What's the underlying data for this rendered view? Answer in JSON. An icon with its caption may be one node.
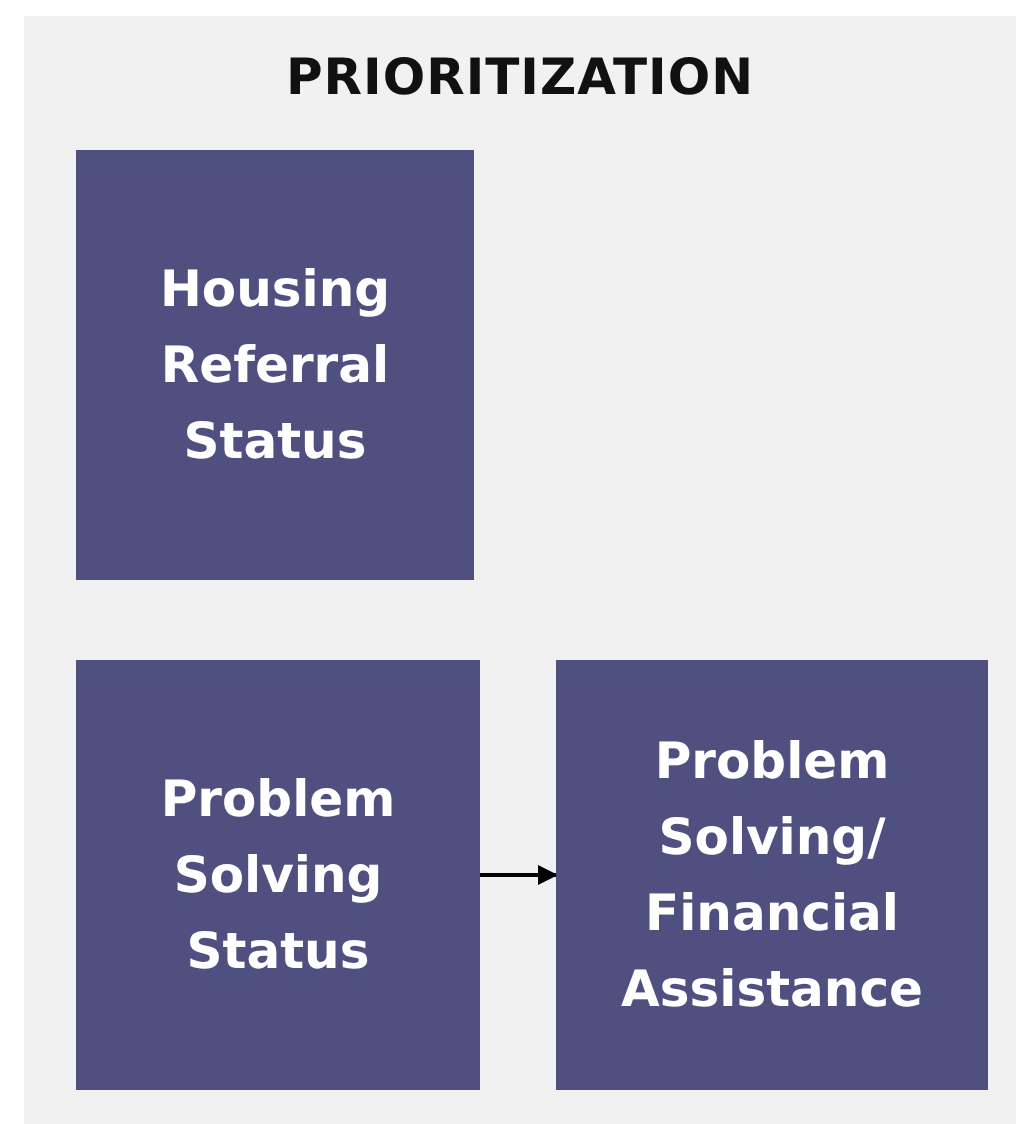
{
  "diagram": {
    "title": "PRIORITIZATION",
    "nodes": [
      {
        "text": [
          "Housing Referral Status"
        ]
      },
      {
        "text": [
          "Problem Solving Status"
        ]
      },
      {
        "text": [
          "Problem Solving/ Financial Assistance"
        ]
      }
    ],
    "edges": [
      {
        "from": 1,
        "to": 2,
        "arrow": "to"
      }
    ]
  }
}
